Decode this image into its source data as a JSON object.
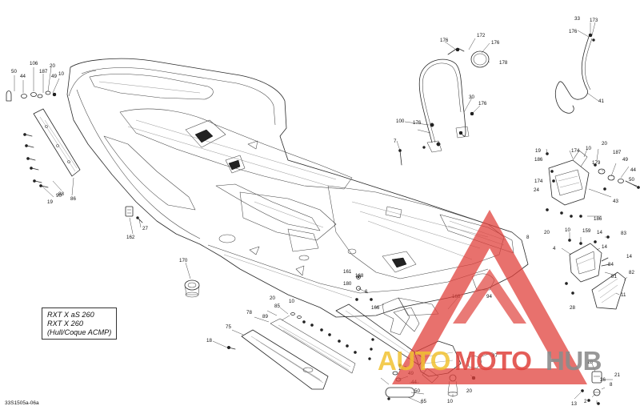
{
  "caption": {
    "lines": [
      "RXT X aS 260",
      "RXT X 260",
      "(Hull/Coque ACMP)"
    ]
  },
  "drawing_id": "33S1505a-06a",
  "watermark": {
    "part1": "AUTO",
    "part2": "MOTO",
    "part3": "HUB",
    "color_red": "#e0413c",
    "color_yellow": "#f1c232",
    "color_gray": "#8c8c8c"
  },
  "callouts": [
    {
      "id": "c01",
      "text": "50"
    },
    {
      "id": "c02",
      "text": "44"
    },
    {
      "id": "c03",
      "text": "106"
    },
    {
      "id": "c04",
      "text": "187"
    },
    {
      "id": "c05",
      "text": "20"
    },
    {
      "id": "c06",
      "text": "49"
    },
    {
      "id": "c07",
      "text": "10"
    },
    {
      "id": "c08",
      "text": "88"
    },
    {
      "id": "c09",
      "text": "19"
    },
    {
      "id": "c10",
      "text": "90"
    },
    {
      "id": "c11",
      "text": "86"
    },
    {
      "id": "c12",
      "text": "162"
    },
    {
      "id": "c13",
      "text": "27"
    },
    {
      "id": "c14",
      "text": "170"
    },
    {
      "id": "c15",
      "text": "18"
    },
    {
      "id": "c16",
      "text": "75"
    },
    {
      "id": "c17",
      "text": "20"
    },
    {
      "id": "c18",
      "text": "85"
    },
    {
      "id": "c19",
      "text": "78"
    },
    {
      "id": "c20",
      "text": "89"
    },
    {
      "id": "c21",
      "text": "10"
    },
    {
      "id": "c22",
      "text": "161"
    },
    {
      "id": "c23",
      "text": "168"
    },
    {
      "id": "c24",
      "text": "180"
    },
    {
      "id": "c25",
      "text": "6"
    },
    {
      "id": "c26",
      "text": "166"
    },
    {
      "id": "c27",
      "text": "168"
    },
    {
      "id": "c28",
      "text": "176"
    },
    {
      "id": "c29",
      "text": "172"
    },
    {
      "id": "c30",
      "text": "176"
    },
    {
      "id": "c31",
      "text": "178"
    },
    {
      "id": "c32",
      "text": "30"
    },
    {
      "id": "c33",
      "text": "176"
    },
    {
      "id": "c34",
      "text": "100"
    },
    {
      "id": "c35",
      "text": "176"
    },
    {
      "id": "c36",
      "text": "7"
    },
    {
      "id": "c37",
      "text": "33"
    },
    {
      "id": "c38",
      "text": "173"
    },
    {
      "id": "c39",
      "text": "176"
    },
    {
      "id": "c40",
      "text": "41"
    },
    {
      "id": "c41",
      "text": "19"
    },
    {
      "id": "c42",
      "text": "174"
    },
    {
      "id": "c43",
      "text": "10"
    },
    {
      "id": "c44",
      "text": "20"
    },
    {
      "id": "c45",
      "text": "186"
    },
    {
      "id": "c46",
      "text": "179"
    },
    {
      "id": "c47",
      "text": "187"
    },
    {
      "id": "c48",
      "text": "49"
    },
    {
      "id": "c49",
      "text": "44"
    },
    {
      "id": "c50",
      "text": "50"
    },
    {
      "id": "c51",
      "text": "174"
    },
    {
      "id": "c52",
      "text": "24"
    },
    {
      "id": "c53",
      "text": "43"
    },
    {
      "id": "c54",
      "text": "186"
    },
    {
      "id": "c55",
      "text": "20"
    },
    {
      "id": "c56",
      "text": "8"
    },
    {
      "id": "c57",
      "text": "10"
    },
    {
      "id": "c58",
      "text": "159"
    },
    {
      "id": "c59",
      "text": "14"
    },
    {
      "id": "c60",
      "text": "83"
    },
    {
      "id": "c61",
      "text": "4"
    },
    {
      "id": "c62",
      "text": "14"
    },
    {
      "id": "c63",
      "text": "14"
    },
    {
      "id": "c64",
      "text": "84"
    },
    {
      "id": "c65",
      "text": "81"
    },
    {
      "id": "c66",
      "text": "82"
    },
    {
      "id": "c67",
      "text": "11"
    },
    {
      "id": "c68",
      "text": "28"
    },
    {
      "id": "c69",
      "text": "94"
    },
    {
      "id": "c70",
      "text": "97"
    },
    {
      "id": "c71",
      "text": "20"
    },
    {
      "id": "c72",
      "text": "187"
    },
    {
      "id": "c73",
      "text": "49"
    },
    {
      "id": "c74",
      "text": "44"
    },
    {
      "id": "c75",
      "text": "50"
    },
    {
      "id": "c76",
      "text": "65"
    },
    {
      "id": "c77",
      "text": "10"
    },
    {
      "id": "c78",
      "text": "18"
    },
    {
      "id": "c79",
      "text": "21"
    },
    {
      "id": "c80",
      "text": "36"
    },
    {
      "id": "c81",
      "text": "8"
    },
    {
      "id": "c82",
      "text": "13"
    },
    {
      "id": "c83",
      "text": "2"
    }
  ]
}
